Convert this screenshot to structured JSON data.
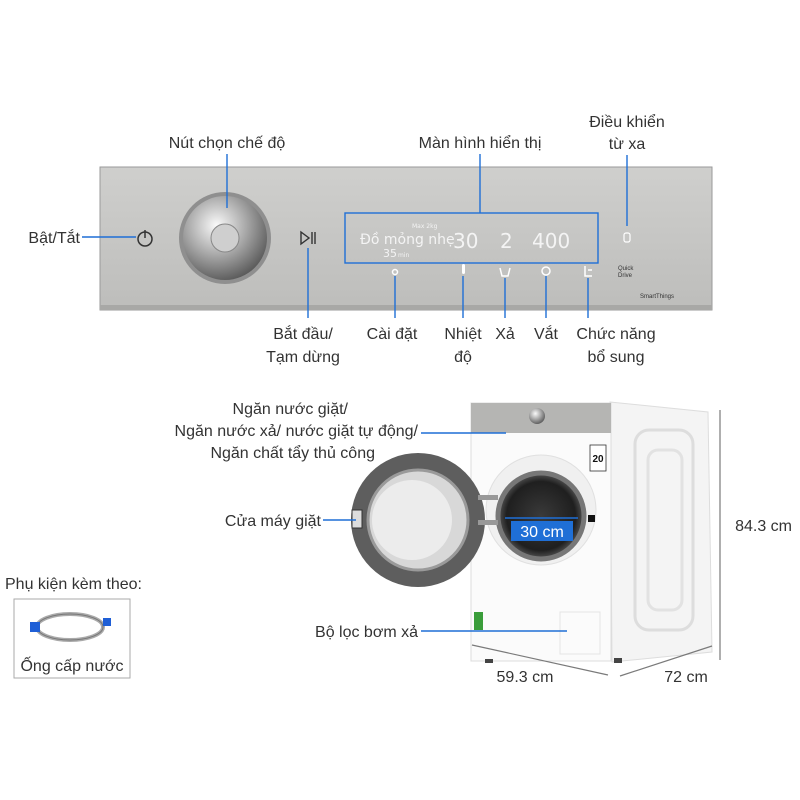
{
  "panel_labels": {
    "mode_knob": "Nút chọn chế độ",
    "display": "Màn hình hiển thị",
    "remote_line1": "Điều khiển",
    "remote_line2": "từ xa",
    "power": "Bật/Tắt",
    "start_line1": "Bắt đầu/",
    "start_line2": "Tạm dừng",
    "settings": "Cài đặt",
    "temp_line1": "Nhiệt",
    "temp_line2": "độ",
    "rinse": "Xả",
    "spin": "Vắt",
    "extra_line1": "Chức năng",
    "extra_line2": "bổ sung"
  },
  "display_screen": {
    "program": "Đồ mỏng nhẹ",
    "max_load": "Max 2kg",
    "time": "35",
    "time_unit": "min",
    "temperature": "30",
    "rinse_count": "2",
    "spin_speed": "400",
    "quick_drive": [
      "Quick",
      "Drive"
    ],
    "smartthings": "SmartThings"
  },
  "machine_labels": {
    "drawer_line1": "Ngăn nước giặt/",
    "drawer_line2": "Ngăn nước xả/ nước giặt tự động/",
    "drawer_line3": "Ngăn chất tẩy thủ công",
    "door": "Cửa máy giặt",
    "drum_diameter": "30 cm",
    "filter": "Bộ lọc bơm xả",
    "height": "84.3 cm",
    "width": "59.3 cm",
    "depth": "72 cm",
    "energy_badge": "20"
  },
  "accessories": {
    "title": "Phụ kiện kèm theo:",
    "item": "Ống cấp nước"
  },
  "colors": {
    "accent": "#1f6fd6",
    "panel": "#c6c6c4"
  }
}
